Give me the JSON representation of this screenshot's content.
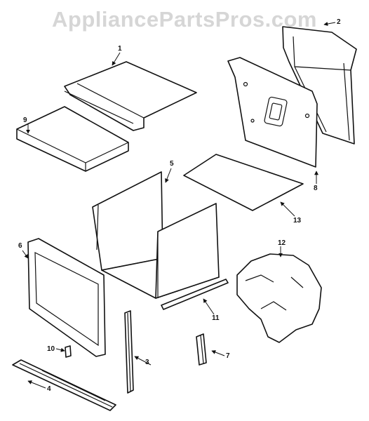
{
  "watermark": "AppliancePartsPros.com",
  "callouts": {
    "p1": "1",
    "p2": "2",
    "p3": "3",
    "p4": "4",
    "p5": "5",
    "p6": "6",
    "p7": "7",
    "p8": "8",
    "p9": "9",
    "p10": "10",
    "p11": "11",
    "p12": "12",
    "p13": "13"
  }
}
